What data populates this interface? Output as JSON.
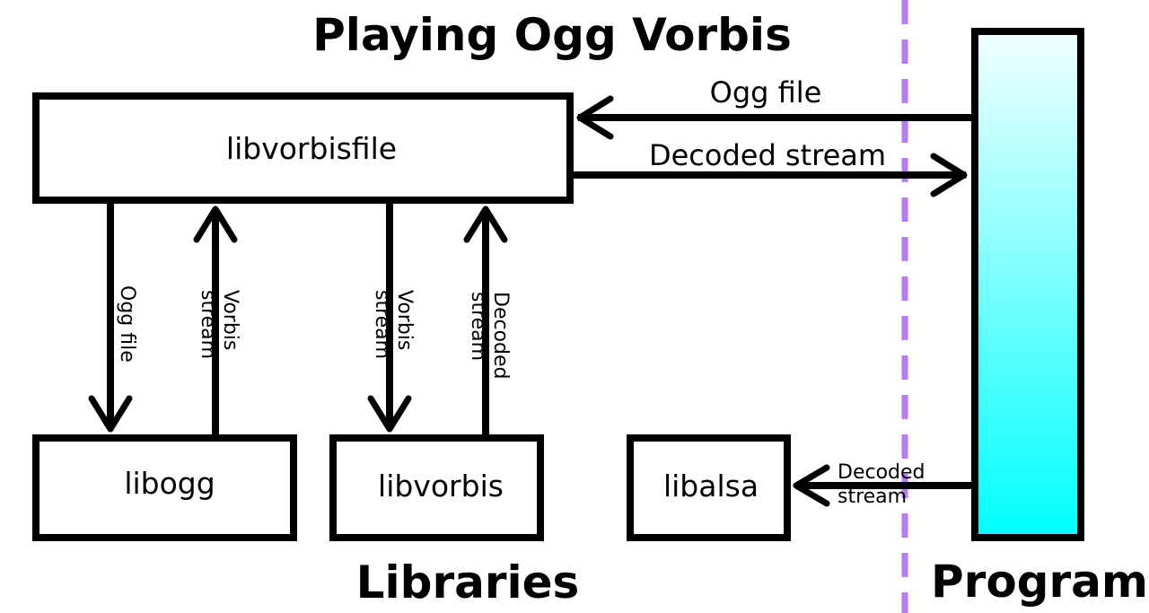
{
  "title": "Playing Ogg Vorbis",
  "sections": {
    "libraries": "Libraries",
    "program": "Program"
  },
  "nodes": {
    "libvorbisfile": "libvorbisfile",
    "libogg": "libogg",
    "libvorbis": "libvorbis",
    "libalsa": "libalsa"
  },
  "edges": {
    "program_to_vorbisfile": "Ogg file",
    "vorbisfile_to_program": "Decoded stream",
    "vorbisfile_to_libogg": "Ogg file",
    "libogg_to_vorbisfile": [
      "Vorbis",
      "stream"
    ],
    "vorbisfile_to_libvorbis": [
      "Vorbis",
      "stream"
    ],
    "libvorbis_to_vorbisfile": [
      "Decoded",
      "stream"
    ],
    "program_to_libalsa": [
      "Decoded",
      "stream"
    ]
  },
  "colors": {
    "divider": "#b57cf5",
    "program_gradient_top": "#f2ffff",
    "program_gradient_bottom": "#00ffff"
  }
}
